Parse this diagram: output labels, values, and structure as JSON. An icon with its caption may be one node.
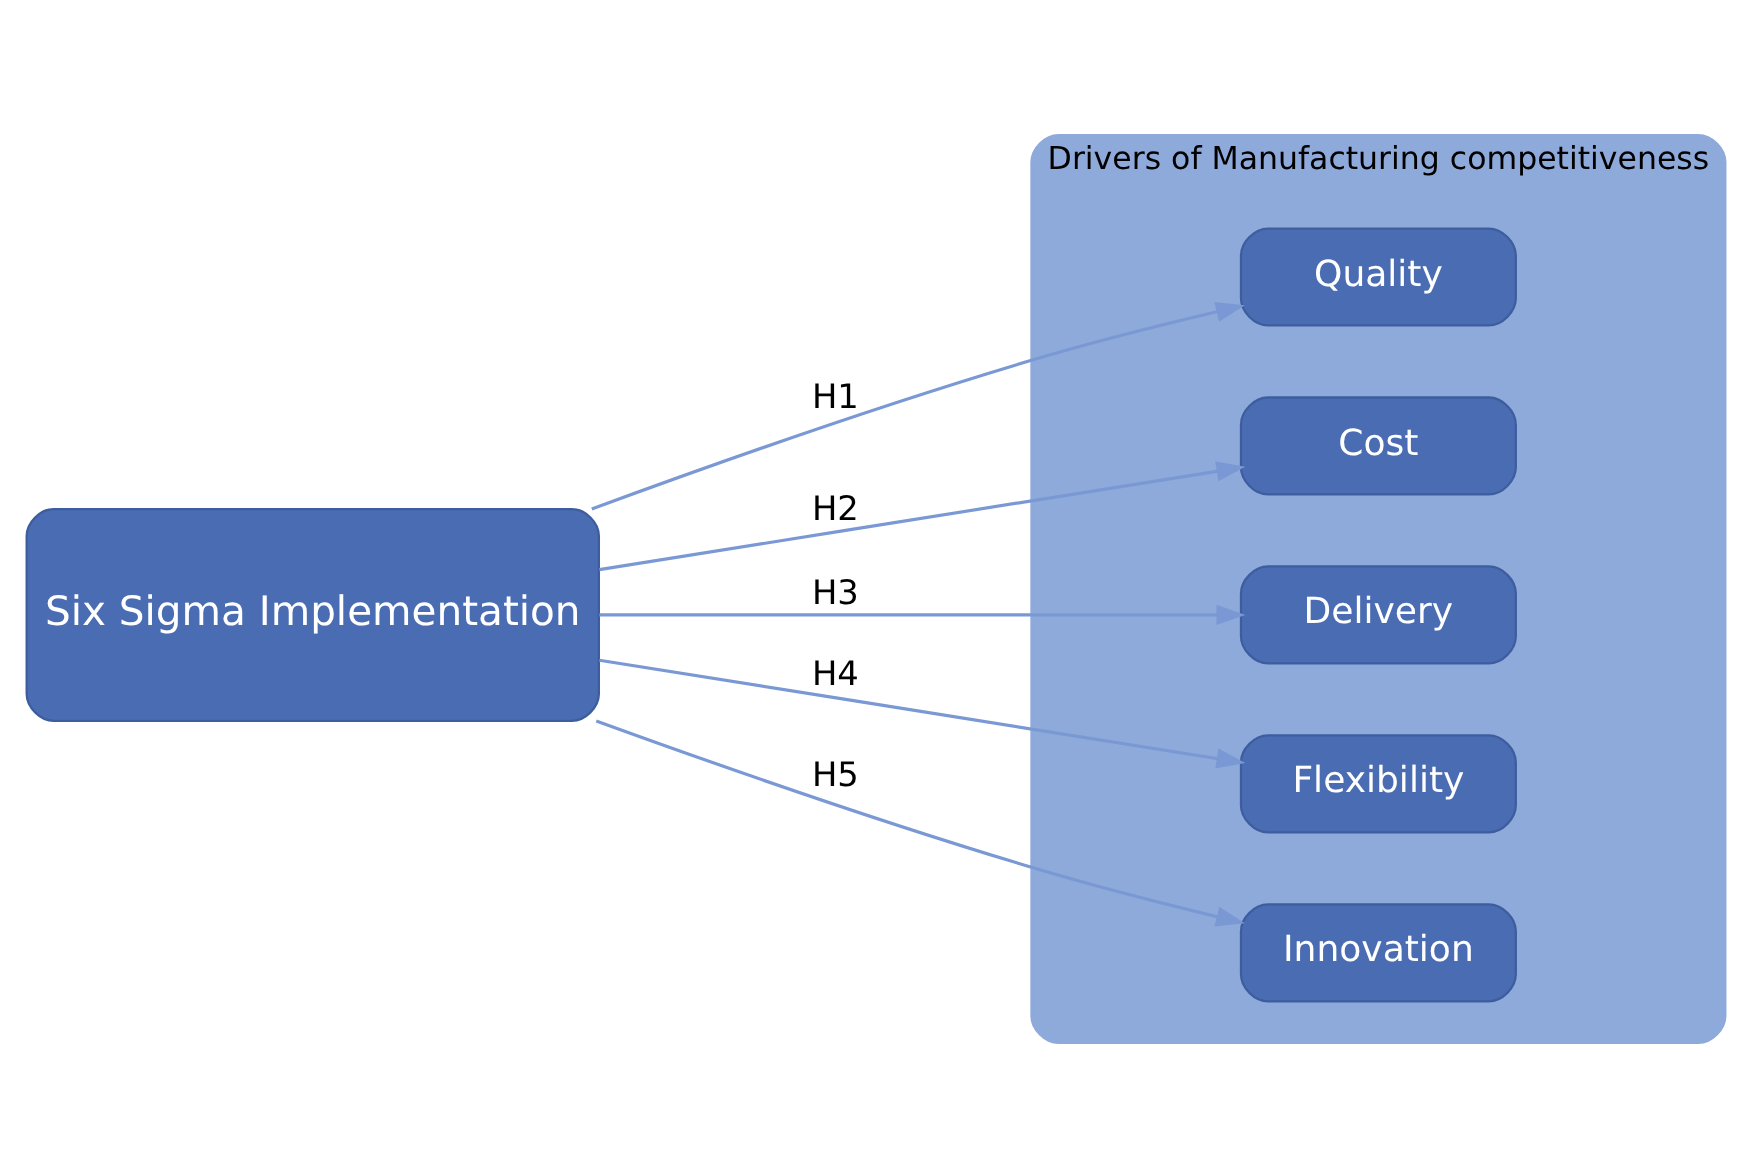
{
  "diagram": {
    "nodes": [
      {
        "text": [
          "Six Sigma Implementation"
        ]
      },
      {
        "text": [
          "Drivers of Manufacturing competitiveness"
        ]
      },
      {
        "text": [
          "Quality"
        ],
        "in": 1
      },
      {
        "text": [
          "Cost"
        ],
        "in": 1
      },
      {
        "text": [
          "Delivery"
        ],
        "in": 1
      },
      {
        "text": [
          "Flexibility"
        ],
        "in": 1
      },
      {
        "text": [
          "Innovation"
        ],
        "in": 1
      }
    ],
    "edges": [
      {
        "from": 0,
        "to": 2,
        "arrow": "to",
        "label": "H1"
      },
      {
        "from": 0,
        "to": 3,
        "arrow": "to",
        "label": "H2"
      },
      {
        "from": 0,
        "to": 4,
        "arrow": "to",
        "label": "H3"
      },
      {
        "from": 0,
        "to": 5,
        "arrow": "to",
        "label": "H4"
      },
      {
        "from": 0,
        "to": 6,
        "arrow": "to",
        "label": "H5"
      }
    ]
  }
}
